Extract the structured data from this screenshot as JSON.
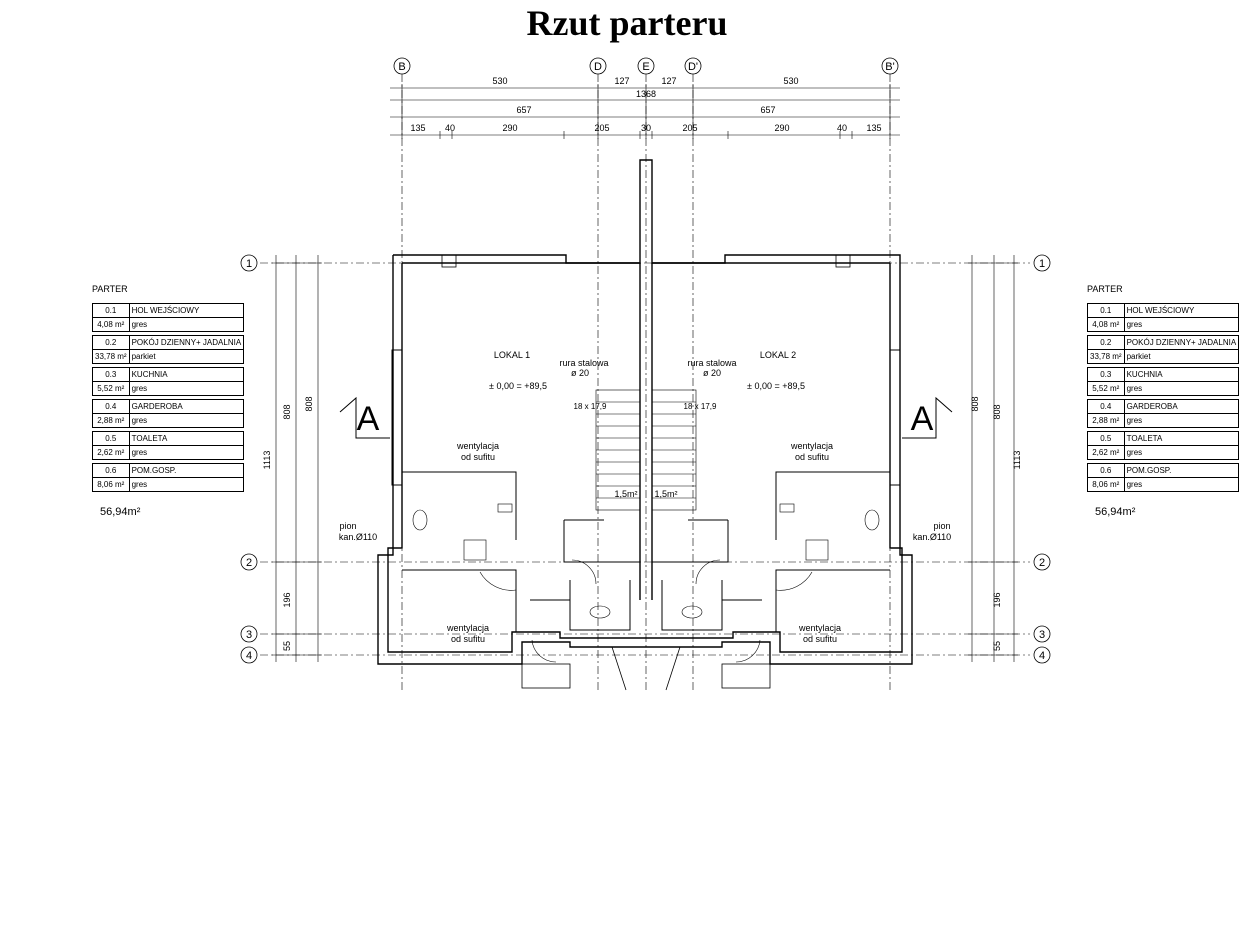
{
  "title": "Rzut parteru",
  "legend": {
    "header": "PARTER",
    "rooms": [
      {
        "num": "0.1",
        "name": "HOL WEJŚCIOWY",
        "area": "4,08 m²",
        "floor": "gres"
      },
      {
        "num": "0.2",
        "name": "POKÓJ DZIENNY+ JADALNIA",
        "area": "33,78 m²",
        "floor": "parkiet"
      },
      {
        "num": "0.3",
        "name": "KUCHNIA",
        "area": "5,52 m²",
        "floor": "gres"
      },
      {
        "num": "0.4",
        "name": "GARDEROBA",
        "area": "2,88 m²",
        "floor": "gres"
      },
      {
        "num": "0.5",
        "name": "TOALETA",
        "area": "2,62 m²",
        "floor": "gres"
      },
      {
        "num": "0.6",
        "name": "POM.GOSP.",
        "area": "8,06 m²",
        "floor": "gres"
      }
    ],
    "total": "56,94m²"
  },
  "axes": {
    "vertical": [
      "B",
      "D",
      "E",
      "D'",
      "B'"
    ],
    "horizontal": [
      "1",
      "2",
      "3",
      "4"
    ]
  },
  "dimensions": {
    "row1": [
      "530",
      "127",
      "127",
      "530"
    ],
    "overall": "1368",
    "row2": [
      "657",
      "657"
    ],
    "row3": [
      "135",
      "40",
      "290",
      "205",
      "30",
      "205",
      "290",
      "40",
      "135"
    ],
    "left_outer": "1113",
    "left_inner": "808",
    "left_parts": [
      "808",
      "196",
      "55"
    ]
  },
  "labels": {
    "unit1": "LOKAL 1",
    "unit2": "LOKAL 2",
    "pipe1": "rura stalowa",
    "pipe1_dia": "ø 20",
    "pipe2": "rura stalowa",
    "pipe2_dia": "ø 20",
    "level": "± 0,00 = +89,5",
    "stairs": "18 x 17,9",
    "vent1": "wentylacja",
    "vent2": "od sufitu",
    "pion1": "pion",
    "pion2": "kan.Ø110",
    "area_small": "1,5m²",
    "section": "A"
  }
}
